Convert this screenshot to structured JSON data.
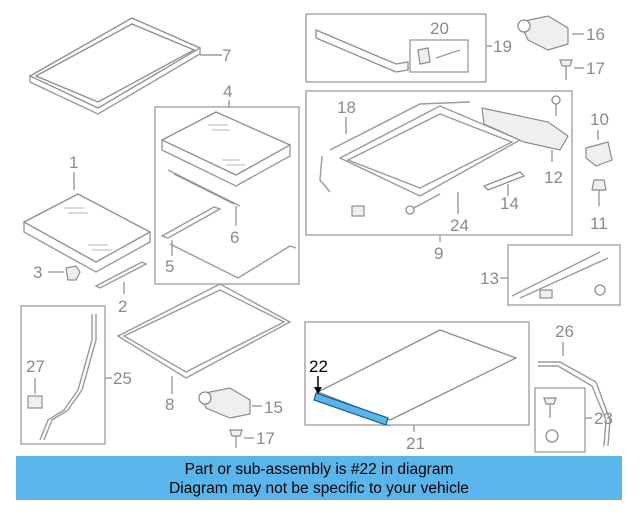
{
  "callouts": {
    "c1": "1",
    "c2": "2",
    "c3": "3",
    "c4": "4",
    "c5": "5",
    "c6": "6",
    "c7": "7",
    "c8": "8",
    "c9": "9",
    "c10": "10",
    "c11": "11",
    "c12": "12",
    "c13": "13",
    "c14": "14",
    "c15": "15",
    "c16": "16",
    "c17a": "17",
    "c17b": "17",
    "c18": "18",
    "c19": "19",
    "c20": "20",
    "c21": "21",
    "c22": "22",
    "c23": "23",
    "c24": "24",
    "c25": "25",
    "c26": "26",
    "c27": "27"
  },
  "highlight": {
    "part_number": "22",
    "color": "#5ab5ea"
  },
  "banner": {
    "line1": "Part or sub-assembly is #22 in diagram",
    "line2": "Diagram may not be specific to your vehicle",
    "background": "#5ab5ea"
  }
}
